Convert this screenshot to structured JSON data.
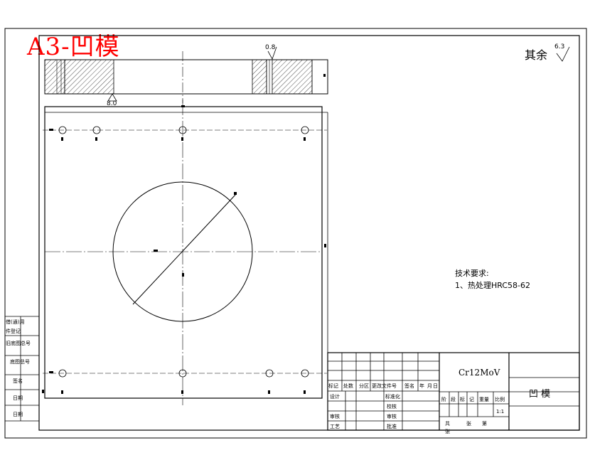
{
  "sheet": {
    "format_label": "A3-凹模",
    "surface_note": "其余",
    "surface_note_value": "6.3"
  },
  "section_view": {
    "roughness_top": "0.8",
    "roughness_bottom": "8.0"
  },
  "tech_requirements": {
    "heading": "技术要求:",
    "item1": "1、热处理HRC58-62"
  },
  "left_strip": {
    "labels": [
      "借(通)用",
      "件登记",
      "旧底图总号",
      "底图总号",
      "签名",
      "日期",
      "日期"
    ]
  },
  "title_block": {
    "material": "Cr12MoV",
    "part_name": "凹 模",
    "scale": "1:1",
    "header_cells": [
      "标记",
      "处数",
      "分区",
      "更改文件号",
      "签名",
      "年",
      "月",
      "日"
    ],
    "roles_left": [
      "设计",
      "审核",
      "工艺"
    ],
    "roles_mid": [
      "标准化",
      "校核",
      "审核",
      "批准"
    ],
    "stage_labels": [
      "阶",
      "段",
      "标",
      "记",
      "重量",
      "比例"
    ],
    "sheet_count": [
      "共",
      "张",
      "第",
      "张"
    ]
  }
}
